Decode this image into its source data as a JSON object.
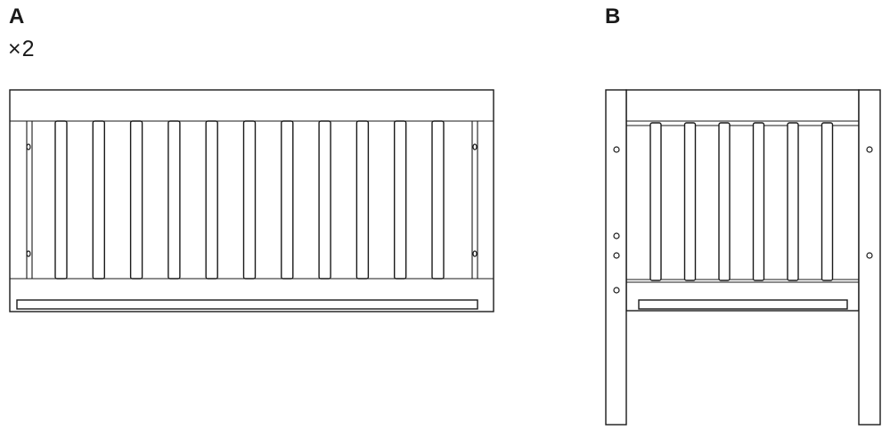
{
  "parts": [
    {
      "id": "A",
      "label": "A",
      "quantity": "×2"
    },
    {
      "id": "B",
      "label": "B",
      "quantity": ""
    }
  ],
  "colors": {
    "line": "#1a1a1a",
    "background": "#ffffff"
  }
}
